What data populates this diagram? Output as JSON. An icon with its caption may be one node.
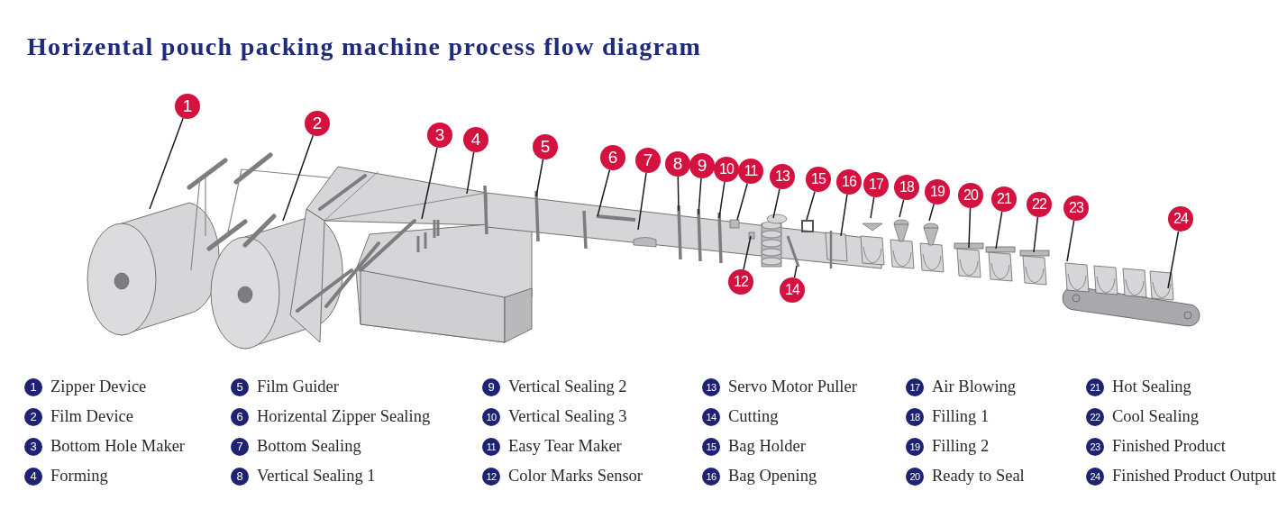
{
  "diagram": {
    "title": "Horizental pouch packing machine process flow diagram",
    "nodes": [
      {
        "text": [
          "1"
        ]
      },
      {
        "text": [
          "2"
        ]
      },
      {
        "text": [
          "3"
        ]
      },
      {
        "text": [
          "4"
        ]
      },
      {
        "text": [
          "5"
        ]
      },
      {
        "text": [
          "6"
        ]
      },
      {
        "text": [
          "7"
        ]
      },
      {
        "text": [
          "8"
        ]
      },
      {
        "text": [
          "9"
        ]
      },
      {
        "text": [
          "10"
        ]
      },
      {
        "text": [
          "11"
        ]
      },
      {
        "text": [
          "12"
        ]
      },
      {
        "text": [
          "13"
        ]
      },
      {
        "text": [
          "14"
        ]
      },
      {
        "text": [
          "15"
        ]
      },
      {
        "text": [
          "16"
        ]
      },
      {
        "text": [
          "17"
        ]
      },
      {
        "text": [
          "18"
        ]
      },
      {
        "text": [
          "19"
        ]
      },
      {
        "text": [
          "20"
        ]
      },
      {
        "text": [
          "21"
        ]
      },
      {
        "text": [
          "22"
        ]
      },
      {
        "text": [
          "23"
        ]
      },
      {
        "text": [
          "24"
        ]
      }
    ],
    "edges": [
      {
        "from": 0,
        "to": null,
        "arrow": "none"
      },
      {
        "from": 1,
        "to": null,
        "arrow": "none"
      },
      {
        "from": 2,
        "to": null,
        "arrow": "none"
      },
      {
        "from": 3,
        "to": null,
        "arrow": "none"
      },
      {
        "from": 4,
        "to": null,
        "arrow": "none"
      },
      {
        "from": 5,
        "to": null,
        "arrow": "none"
      },
      {
        "from": 6,
        "to": null,
        "arrow": "none"
      },
      {
        "from": 7,
        "to": null,
        "arrow": "none"
      },
      {
        "from": 8,
        "to": null,
        "arrow": "none"
      },
      {
        "from": 9,
        "to": null,
        "arrow": "none"
      },
      {
        "from": 10,
        "to": null,
        "arrow": "none"
      },
      {
        "from": 11,
        "to": null,
        "arrow": "none"
      },
      {
        "from": 12,
        "to": null,
        "arrow": "none"
      },
      {
        "from": 13,
        "to": null,
        "arrow": "none"
      },
      {
        "from": 14,
        "to": null,
        "arrow": "none"
      },
      {
        "from": 15,
        "to": null,
        "arrow": "none"
      },
      {
        "from": 16,
        "to": null,
        "arrow": "none"
      },
      {
        "from": 17,
        "to": null,
        "arrow": "none"
      },
      {
        "from": 18,
        "to": null,
        "arrow": "none"
      },
      {
        "from": 19,
        "to": null,
        "arrow": "none"
      },
      {
        "from": 20,
        "to": null,
        "arrow": "none"
      },
      {
        "from": 21,
        "to": null,
        "arrow": "none"
      },
      {
        "from": 22,
        "to": null,
        "arrow": "none"
      },
      {
        "from": 23,
        "to": null,
        "arrow": "none"
      }
    ],
    "labels": [
      "1",
      "Zipper Device",
      "5",
      "Film Guider",
      "9",
      "Vertical Sealing 2",
      "13",
      "Servo Motor Puller",
      "17",
      "Air Blowing",
      "21",
      "Hot Sealing",
      "2",
      "Film Device",
      "6",
      "Horizental Zipper Sealing",
      "10",
      "Vertical Sealing 3",
      "14",
      "Cutting",
      "18",
      "Filling 1",
      "22",
      "Cool Sealing",
      "3",
      "Bottom Hole Maker",
      "7",
      "Bottom Sealing",
      "11",
      "Easy Tear Maker",
      "15",
      "Bag Holder",
      "19",
      "Filling 2",
      "23",
      "Finished Product",
      "4",
      "Forming",
      "8",
      "Vertical Sealing 1",
      "12",
      "Color Marks Sensor",
      "16",
      "Bag Opening",
      "20",
      "Ready to Seal",
      "24",
      "Finished Product Output"
    ]
  }
}
